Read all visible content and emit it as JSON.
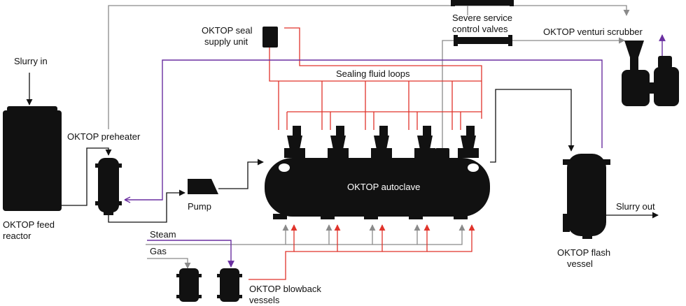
{
  "labels": {
    "slurry_in": "Slurry in",
    "feed_reactor_l1": "OKTOP feed",
    "feed_reactor_l2": "reactor",
    "preheater": "OKTOP preheater",
    "pump": "Pump",
    "seal_supply_l1": "OKTOP seal",
    "seal_supply_l2": "supply unit",
    "sealing_loops": "Sealing fluid loops",
    "valves_l1": "Severe service",
    "valves_l2": "control valves",
    "scrubber": "OKTOP venturi scrubber",
    "autoclave": "OKTOP autoclave",
    "flash_l1": "OKTOP flash",
    "flash_l2": "vessel",
    "slurry_out": "Slurry out",
    "steam": "Steam",
    "gas": "Gas",
    "blowback_l1": "OKTOP blowback",
    "blowback_l2": "vessels"
  },
  "colors": {
    "process": "#111111",
    "gas_line": "#8a8a8a",
    "sealing_fluid": "#e0332b",
    "steam_line": "#6a2fa0"
  }
}
